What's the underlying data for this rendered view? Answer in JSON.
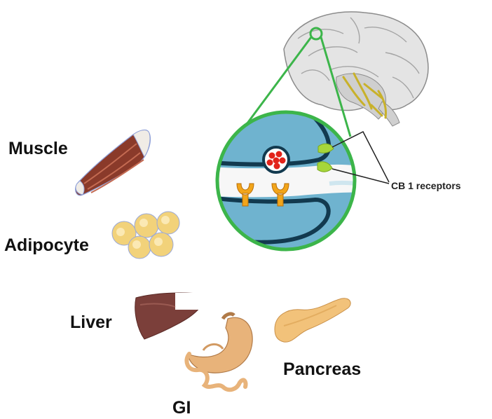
{
  "labels": {
    "muscle": "Muscle",
    "adipocyte": "Adipocyte",
    "liver": "Liver",
    "gi": "GI",
    "pancreas": "Pancreas",
    "receptors": "CB 1 receptors"
  },
  "colors": {
    "zoom_outline": "#3cb54a",
    "cell_fill": "#6fb3cf",
    "membrane": "#123a4f",
    "vesicle": "#e2231a",
    "receptor_cb1": "#a6d63a",
    "receptor_post": "#f2a51a",
    "brain": "#d9d9d9",
    "muscle": "#8a3a2a",
    "fat": "#f2d27a",
    "liver": "#7b3f3a",
    "pancreas": "#f2c27a",
    "stomach": "#e8b37a"
  }
}
